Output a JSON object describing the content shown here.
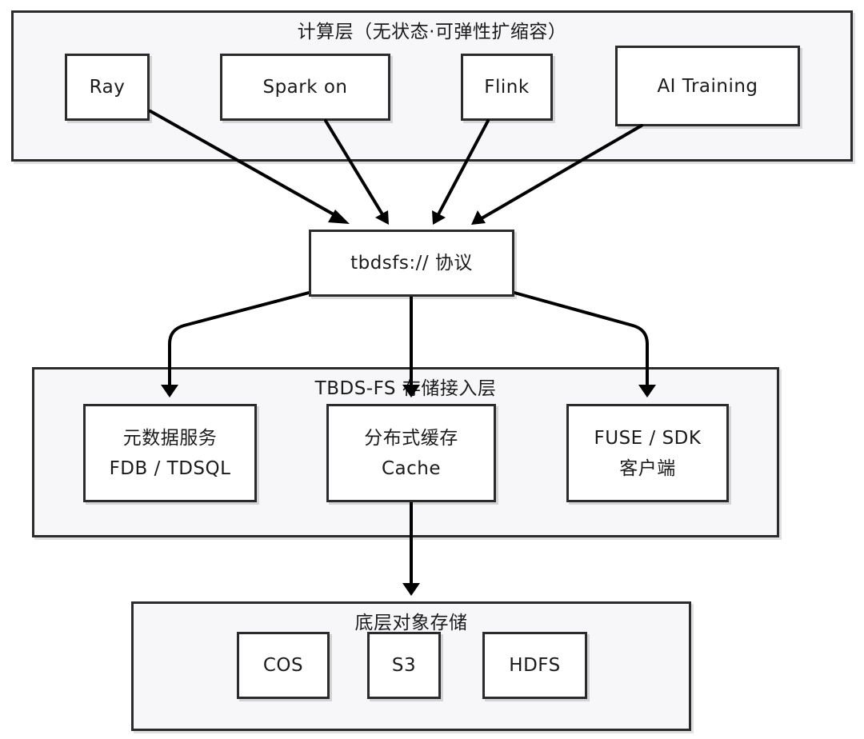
{
  "compute_layer": {
    "title": "计算层（无状态·可弹性扩缩容）",
    "nodes": {
      "ray": "Ray",
      "spark": "Spark on",
      "flink": "Flink",
      "ai_training": "AI Training"
    }
  },
  "protocol": {
    "label": "tbdsfs:// 协议"
  },
  "access_layer": {
    "title": "TBDS-FS 存储接入层",
    "metadata": {
      "line1": "元数据服务",
      "line2": "FDB / TDSQL"
    },
    "cache": {
      "line1": "分布式缓存",
      "line2": "Cache"
    },
    "client": {
      "line1": "FUSE / SDK",
      "line2": "客户端"
    }
  },
  "storage_layer": {
    "title": "底层对象存储",
    "nodes": {
      "cos": "COS",
      "s3": "S3",
      "hdfs": "HDFS"
    }
  }
}
